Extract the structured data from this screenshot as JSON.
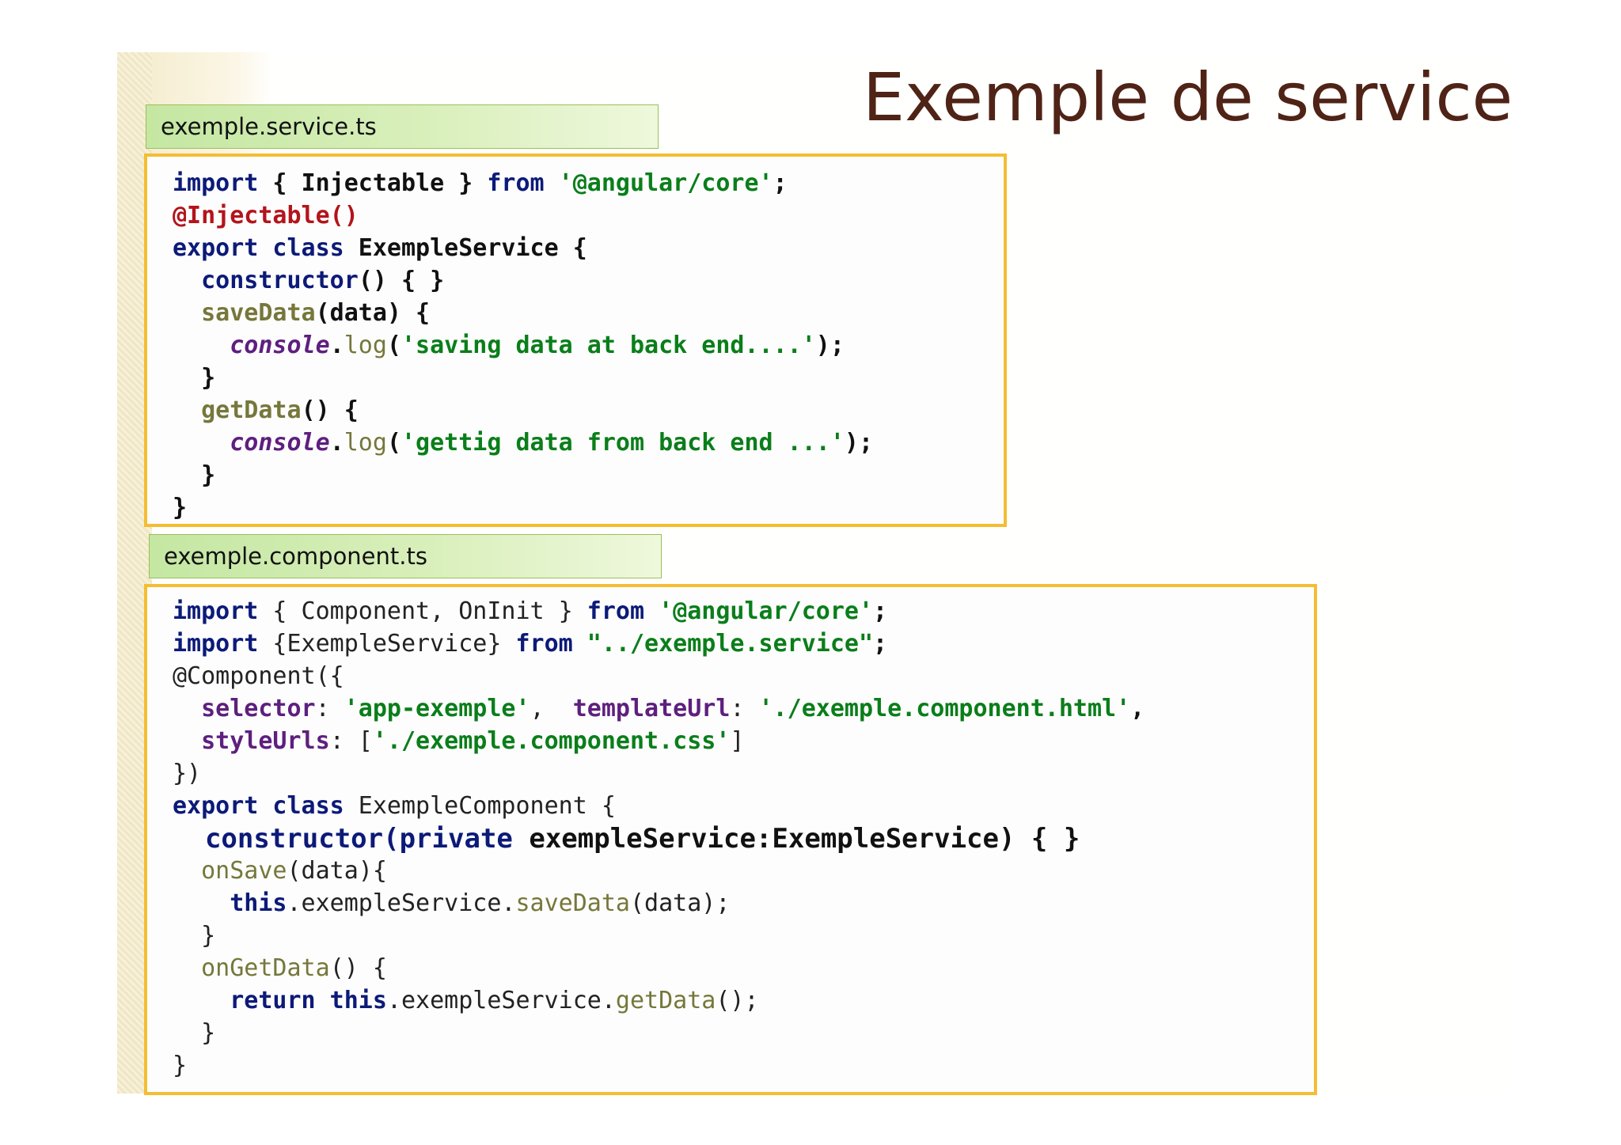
{
  "slide": {
    "title": "Exemple de service"
  },
  "files": [
    {
      "label": "exemple.service.ts",
      "lines": [
        [
          [
            "import",
            "kw"
          ],
          [
            " { ",
            "dark"
          ],
          [
            "Injectable",
            "dark"
          ],
          [
            " } ",
            "dark"
          ],
          [
            "from",
            "kw"
          ],
          [
            " ",
            "dark"
          ],
          [
            "'@angular/core'",
            "str"
          ],
          [
            ";",
            "dark"
          ]
        ],
        [
          [
            "@Injectable()",
            "red"
          ]
        ],
        [
          [
            "export class",
            "kw"
          ],
          [
            " ExempleService {",
            "dark"
          ]
        ],
        [
          [
            "  ",
            "dark"
          ],
          [
            "constructor",
            "kw"
          ],
          [
            "() { }",
            "dark"
          ]
        ],
        [
          [
            "  ",
            "dark"
          ],
          [
            "saveData",
            "methb"
          ],
          [
            "(data) {",
            "dark"
          ]
        ],
        [
          [
            "    ",
            "dark"
          ],
          [
            "console",
            "purple"
          ],
          [
            ".",
            "dark"
          ],
          [
            "log",
            "meth"
          ],
          [
            "(",
            "dark"
          ],
          [
            "'saving data at back end....'",
            "str"
          ],
          [
            ");",
            "dark"
          ]
        ],
        [
          [
            "  }",
            "dark"
          ]
        ],
        [
          [
            "  ",
            "dark"
          ],
          [
            "getData",
            "methb"
          ],
          [
            "() {",
            "dark"
          ]
        ],
        [
          [
            "    ",
            "dark"
          ],
          [
            "console",
            "purple"
          ],
          [
            ".",
            "dark"
          ],
          [
            "log",
            "meth"
          ],
          [
            "(",
            "dark"
          ],
          [
            "'gettig data from back end ...'",
            "str"
          ],
          [
            ");",
            "dark"
          ]
        ],
        [
          [
            "  }",
            "dark"
          ]
        ],
        [
          [
            "}",
            "dark"
          ]
        ]
      ]
    },
    {
      "label": "exemple.component.ts",
      "lines": [
        [
          [
            "import",
            "kw"
          ],
          [
            " { Component, OnInit } ",
            "plain"
          ],
          [
            "from",
            "kw"
          ],
          [
            " ",
            "plain"
          ],
          [
            "'@angular/core'",
            "str"
          ],
          [
            ";",
            "dark"
          ]
        ],
        [
          [
            "import",
            "kw"
          ],
          [
            " {ExempleService} ",
            "plain"
          ],
          [
            "from",
            "kw"
          ],
          [
            " ",
            "plain"
          ],
          [
            "\"../exemple.service\"",
            "str"
          ],
          [
            ";",
            "dark"
          ]
        ],
        [
          [
            "@Component({",
            "plain"
          ]
        ],
        [
          [
            "  ",
            "plain"
          ],
          [
            "selector",
            "prop"
          ],
          [
            ": ",
            "plain"
          ],
          [
            "'app-exemple'",
            "str"
          ],
          [
            ",  ",
            "plain"
          ],
          [
            "templateUrl",
            "prop"
          ],
          [
            ": ",
            "plain"
          ],
          [
            "'./exemple.component.html'",
            "str"
          ],
          [
            ",",
            "dark"
          ]
        ],
        [
          [
            "  ",
            "plain"
          ],
          [
            "styleUrls",
            "prop"
          ],
          [
            ": [",
            "plain"
          ],
          [
            "'./exemple.component.css'",
            "str"
          ],
          [
            "]",
            "plain"
          ]
        ],
        [
          [
            "})",
            "plain"
          ]
        ],
        [
          [
            "export class",
            "kw"
          ],
          [
            " ExempleComponent {",
            "plain"
          ]
        ],
        [
          [
            "  ",
            "plain"
          ],
          [
            "constructor(private",
            "kw"
          ],
          [
            " exempleService:ExempleService) { }",
            "dark"
          ]
        ],
        [
          [
            "  ",
            "plain"
          ],
          [
            "onSave",
            "meth"
          ],
          [
            "(data){",
            "plain"
          ]
        ],
        [
          [
            "    ",
            "plain"
          ],
          [
            "this",
            "kw"
          ],
          [
            ".exempleService.",
            "plain"
          ],
          [
            "saveData",
            "meth"
          ],
          [
            "(data);",
            "plain"
          ]
        ],
        [
          [
            "  }",
            "plain"
          ]
        ],
        [
          [
            "  ",
            "plain"
          ],
          [
            "onGetData",
            "meth"
          ],
          [
            "() {",
            "plain"
          ]
        ],
        [
          [
            "    ",
            "plain"
          ],
          [
            "return this",
            "kw"
          ],
          [
            ".exempleService.",
            "plain"
          ],
          [
            "getData",
            "meth"
          ],
          [
            "();",
            "plain"
          ]
        ],
        [
          [
            "  }",
            "plain"
          ]
        ],
        [
          [
            "}",
            "plain"
          ]
        ]
      ]
    }
  ]
}
